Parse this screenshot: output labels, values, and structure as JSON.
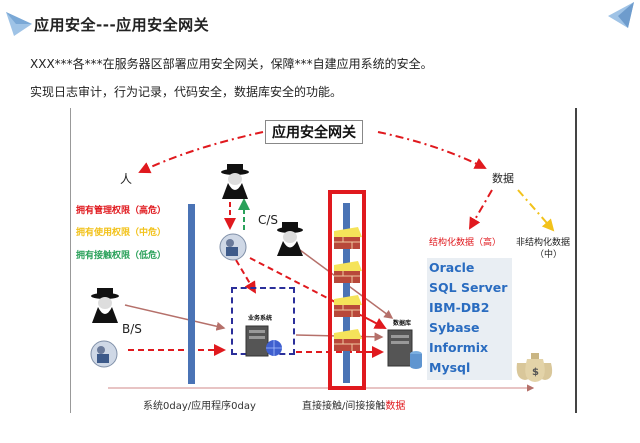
{
  "header": {
    "title": "应用安全---应用安全网关",
    "line1": "XXX***各***在服务器区部署应用安全网关，保障***自建应用系统的安全。",
    "line2": "实现日志审计，行为记录，代码安全，数据库安全的功能。"
  },
  "diagram": {
    "gateway_label": "应用安全网关",
    "person_label": "人",
    "data_label": "数据",
    "permissions": [
      {
        "text": "拥有管理权限（高危）",
        "color": "#e0191e"
      },
      {
        "text": "拥有使用权限（中危）",
        "color": "#f2c21b"
      },
      {
        "text": "拥有接触权限（低危）",
        "color": "#2aa15a"
      }
    ],
    "cs_label": "C/S",
    "bs_label": "B/S",
    "business_system_label": "业务系统",
    "database_label": "数据库",
    "structured_label": "结构化数据（高）",
    "unstructured_label": "非结构化数据",
    "unstructured_level": "（中）",
    "databases": [
      "Oracle",
      "SQL Server",
      "IBM-DB2",
      "Sybase",
      "Informix",
      "Mysql"
    ],
    "bottom_left": "系统0day/应用程序0day",
    "bottom_right_prefix": "直接接触/间接接触",
    "bottom_right_suffix": "数据"
  },
  "colors": {
    "accent_red": "#e0191e",
    "accent_blue": "#4a73b5",
    "db_text": "#2a6cc0"
  }
}
